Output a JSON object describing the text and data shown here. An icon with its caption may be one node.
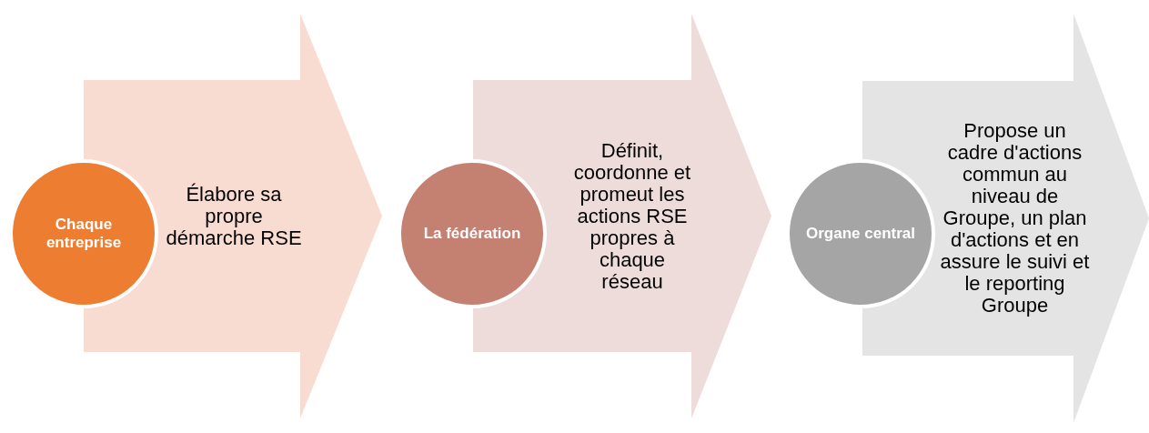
{
  "diagram": {
    "nodes": [
      {
        "text": [
          "Chaque entreprise"
        ]
      },
      {
        "text": [
          "Élabore sa propre démarche RSE"
        ]
      },
      {
        "text": [
          "La fédération"
        ]
      },
      {
        "text": [
          "Définit, coordonne et promeut les actions RSE propres à chaque réseau"
        ]
      },
      {
        "text": [
          "Organe central"
        ]
      },
      {
        "text": [
          "Propose un cadre d'actions commun au niveau de Groupe, un plan d'actions et en assure le suivi et le reporting Groupe"
        ]
      }
    ]
  }
}
